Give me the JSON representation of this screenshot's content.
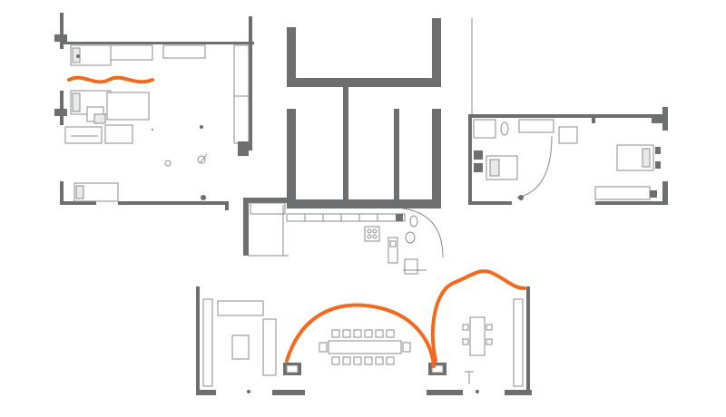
{
  "drawing": {
    "wall_color": "#6d6e70",
    "line_color": "#8a8b8d",
    "fill_color": "#e9e9ea",
    "background": "#ffffff"
  },
  "highlights": {
    "color": "#f26a1f",
    "curtain_paths": [
      "left-bedroom-curtain",
      "dining-arch-left",
      "dining-arch-right"
    ]
  }
}
